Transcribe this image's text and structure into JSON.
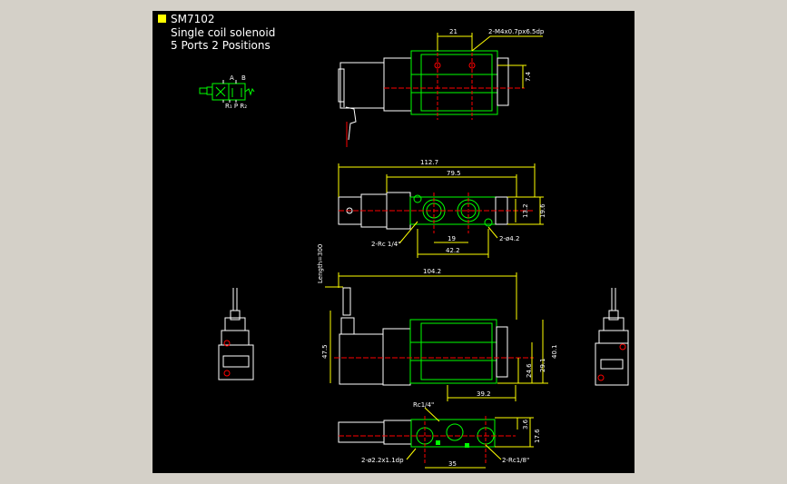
{
  "title": {
    "code": "SM7102",
    "line1": "Single coil solenoid",
    "line2": "5 Ports 2 Positions"
  },
  "symbol": {
    "port_a": "A",
    "port_b": "B",
    "ports_bottom": "R₁ P R₂"
  },
  "dimensions": {
    "top_21": "21",
    "top_thread": "2-M4x0.7px6.5dp",
    "top_7_4": "7.4",
    "len_112_7": "112.7",
    "len_79_5": "79.5",
    "h_13_2": "13.2",
    "h_19_6": "19.6",
    "port_rc14": "2-Rc 1/4\"",
    "w_19": "19",
    "hole_4_2": "2-ø4.2",
    "w_42_2": "42.2",
    "lead_length": "Length=300",
    "len_104_2": "104.2",
    "h_47_5": "47.5",
    "h_40_1": "40.1",
    "h_29_1": "29.1",
    "h_24_6": "24.6",
    "w_39_2": "39.2",
    "rc14_single": "Rc1/4\"",
    "h_3_6": "3.6",
    "h_17_6": "17.6",
    "pin_hole": "2-ø2.2x1.1dp",
    "w_35": "35",
    "port_rc18": "2-Rc1/8\""
  },
  "colors": {
    "background": "#000000",
    "outline": "#ffffff",
    "body": "#00ff00",
    "dimension": "#ffff00",
    "center": "#ff0000",
    "title_marker": "#ffff00"
  }
}
